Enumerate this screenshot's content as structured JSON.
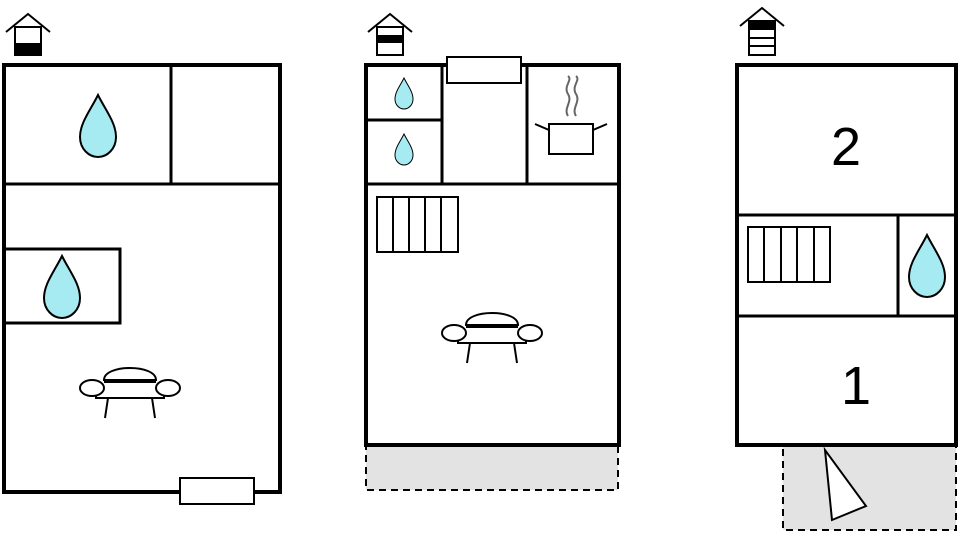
{
  "colors": {
    "wall": "#000000",
    "water": "#a6ebf2",
    "terrace": "#e3e3e3",
    "background": "#ffffff"
  },
  "floors": [
    {
      "name": "ground-floor",
      "house_icon_level": "lowest",
      "icons": [
        "water-drop-icon",
        "water-drop-icon",
        "sofa-icon",
        "window-icon"
      ]
    },
    {
      "name": "first-floor",
      "house_icon_level": "middle",
      "icons": [
        "water-drop-icon",
        "water-drop-icon",
        "cooking-pot-icon",
        "stairs-icon",
        "sofa-icon",
        "window-icon"
      ],
      "terrace": true
    },
    {
      "name": "top-floor",
      "house_icon_level": "top",
      "icons": [
        "stairs-icon",
        "water-drop-icon",
        "north-arrow-icon"
      ],
      "terrace": true,
      "room_labels": [
        "2",
        "1"
      ]
    }
  ]
}
